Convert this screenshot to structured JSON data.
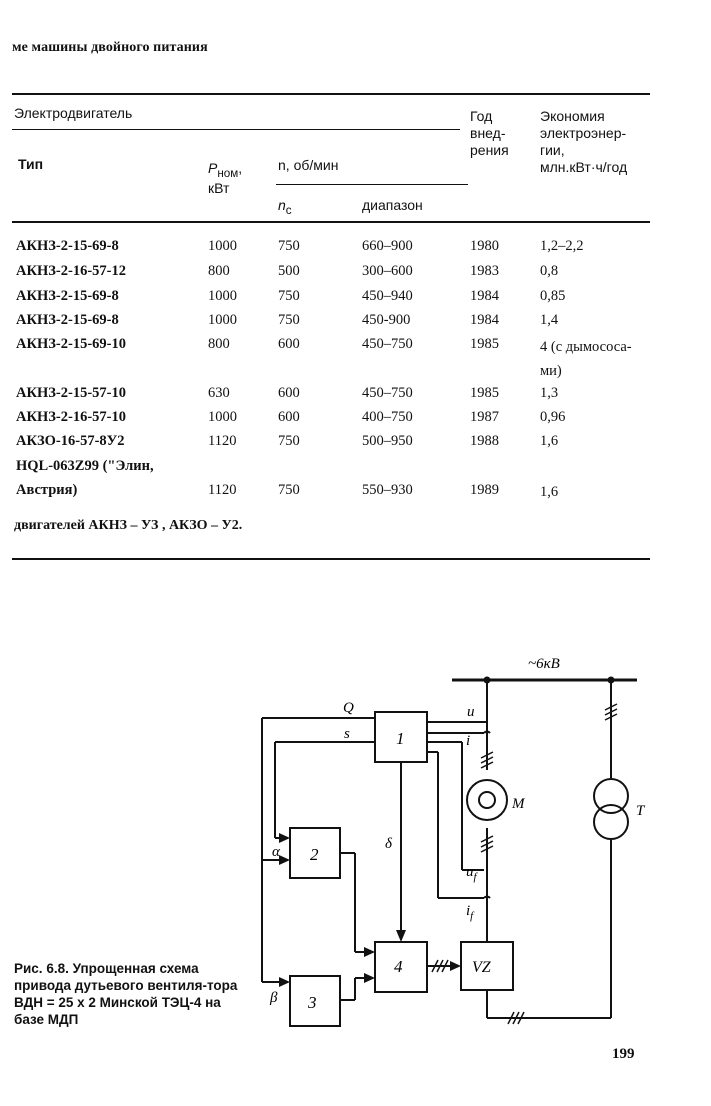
{
  "running_head": "ме машины двойного питания",
  "table": {
    "header": {
      "group": "Электродвигатель",
      "type": "Тип",
      "power": "P",
      "power_sub": "ном",
      "power_unit": "кВт",
      "speed": "n, об/мин",
      "speed_nc": "n",
      "speed_nc_sub": "с",
      "speed_range": "диапазон",
      "year_lines": [
        "Год",
        "внед-",
        "рения"
      ],
      "economy_lines": [
        "Экономия",
        "электроэнер-",
        "гии,",
        "млн.кВт·ч/год"
      ]
    },
    "rows": [
      {
        "type": "АКНЗ-2-15-69-8",
        "p": "1000",
        "nc": "750",
        "range": "660–900",
        "year": "1980",
        "economy": "1,2–2,2"
      },
      {
        "type": "АКНЗ-2-16-57-12",
        "p": "800",
        "nc": "500",
        "range": "300–600",
        "year": "1983",
        "economy": "0,8"
      },
      {
        "type": "АКНЗ-2-15-69-8",
        "p": "1000",
        "nc": "750",
        "range": "450–940",
        "year": "1984",
        "economy": "0,85"
      },
      {
        "type": "АКНЗ-2-15-69-8",
        "p": "1000",
        "nc": "750",
        "range": "450-900",
        "year": "1984",
        "economy": "1,4"
      },
      {
        "type": "АКНЗ-2-15-69-10",
        "p": "800",
        "nc": "600",
        "range": "450–750",
        "year": "1985",
        "economy": "4 (с дымососа-",
        "economy2": "ми)"
      },
      {
        "type": "АКНЗ-2-15-57-10",
        "p": "630",
        "nc": "600",
        "range": "450–750",
        "year": "1985",
        "economy": "1,3"
      },
      {
        "type": "АКНЗ-2-16-57-10",
        "p": "1000",
        "nc": "600",
        "range": "400–750",
        "year": "1987",
        "economy": "0,96"
      },
      {
        "type": "АКЗО-16-57-8У2",
        "p": "1120",
        "nc": "750",
        "range": "500–950",
        "year": "1988",
        "economy": "1,6"
      },
      {
        "type": "HQL-063Z99 (\"Элин,",
        "type2": "Австрия)",
        "p": "1120",
        "nc": "750",
        "range": "550–930",
        "year": "1989",
        "economy": "1,6"
      }
    ],
    "footnote": "двигателей АКНЗ – УЗ , АКЗО – У2."
  },
  "diagram": {
    "bus_label": "~6кВ",
    "blocks": [
      "1",
      "2",
      "3",
      "4",
      "VZ"
    ],
    "motor_label": "M",
    "transformer_label": "T",
    "signals": {
      "Q": "Q",
      "s": "s",
      "u": "u",
      "i": "i",
      "uf": "u",
      "uf_sub": "f",
      "if": "i",
      "if_sub": "f",
      "alpha": "α",
      "beta": "β",
      "delta": "δ"
    }
  },
  "caption": "Рис. 6.8. Упрощенная схема привода дутьевого вентиля-тора ВДН = 25 х 2 Минской ТЭЦ-4 на базе МДП",
  "page_number": "199"
}
